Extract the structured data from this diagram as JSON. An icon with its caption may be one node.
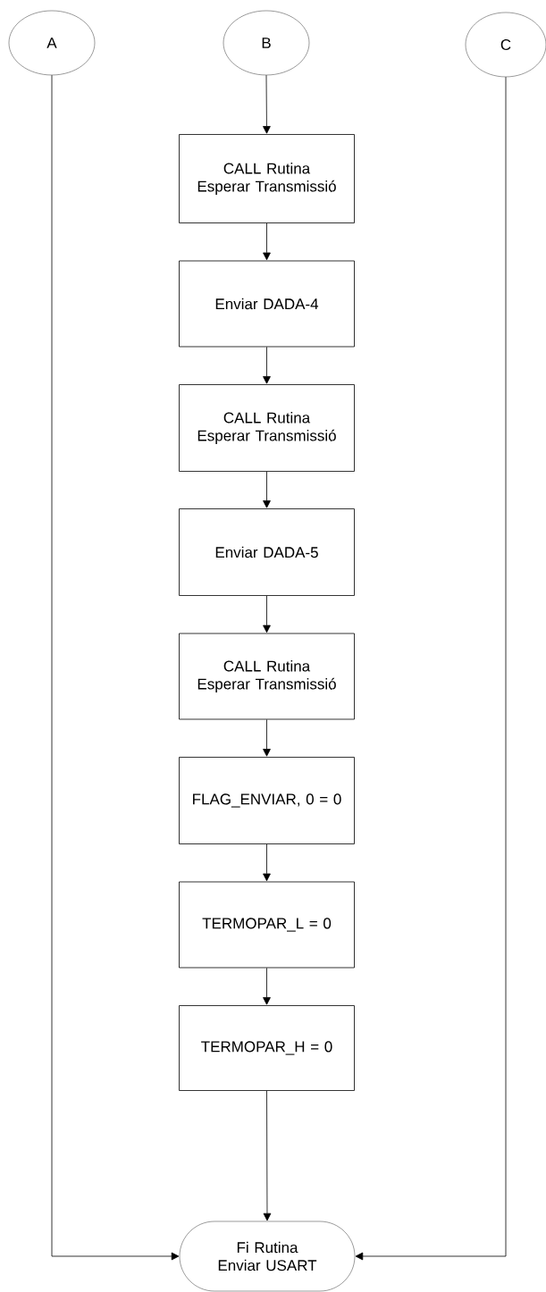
{
  "diagram": {
    "nodes": [
      {
        "text": [
          "A"
        ]
      },
      {
        "text": [
          "B"
        ]
      },
      {
        "text": [
          "C"
        ]
      },
      {
        "text": [
          "CALL Rutina Esperar Transmissió"
        ]
      },
      {
        "text": [
          "Enviar DADA-4"
        ]
      },
      {
        "text": [
          "CALL Rutina Esperar Transmissió"
        ]
      },
      {
        "text": [
          "Enviar DADA-5"
        ]
      },
      {
        "text": [
          "CALL Rutina Esperar Transmissió"
        ]
      },
      {
        "text": [
          "FLAG_ENVIAR, 0 = 0"
        ]
      },
      {
        "text": [
          "TERMOPAR_L = 0"
        ]
      },
      {
        "text": [
          "TERMOPAR_H = 0"
        ]
      },
      {
        "text": [
          "Fi Rutina Enviar USART"
        ]
      }
    ],
    "edges": [
      {
        "from": 1,
        "to": 3,
        "arrow": "to"
      },
      {
        "from": 3,
        "to": 4,
        "arrow": "to"
      },
      {
        "from": 4,
        "to": 5,
        "arrow": "to"
      },
      {
        "from": 5,
        "to": 6,
        "arrow": "to"
      },
      {
        "from": 6,
        "to": 7,
        "arrow": "to"
      },
      {
        "from": 7,
        "to": 8,
        "arrow": "to"
      },
      {
        "from": 8,
        "to": 9,
        "arrow": "to"
      },
      {
        "from": 9,
        "to": 10,
        "arrow": "to"
      },
      {
        "from": 10,
        "to": 11,
        "arrow": "to"
      },
      {
        "from": 0,
        "to": 11,
        "arrow": "to"
      },
      {
        "from": 2,
        "to": 11,
        "arrow": "to"
      }
    ]
  }
}
